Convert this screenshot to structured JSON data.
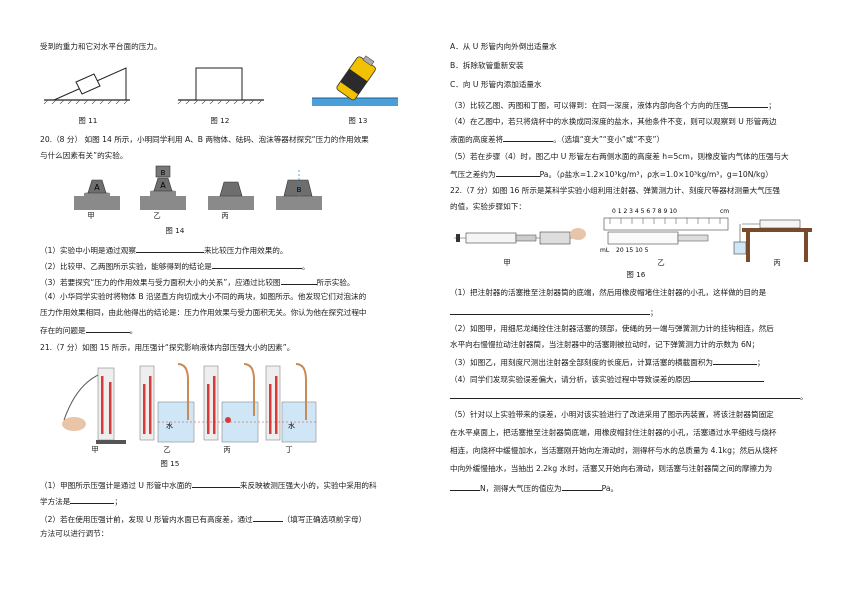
{
  "left": {
    "intro_line": "受到的重力和它对水平台面的压力。",
    "fig11": "图 11",
    "fig12": "图 12",
    "fig13": "图 13",
    "q20_l1": "20.（8 分） 如图 14 所示，小明同学利用 A、B 两物体、砝码、泡沫等器材探究“压力的作用效果",
    "q20_l2": "与什么因素有关”的实验。",
    "block_a": "A",
    "block_b": "B",
    "lab_jia": "甲",
    "lab_yi": "乙",
    "lab_bing": "丙",
    "lab_ding": "丁",
    "fig14": "图 14",
    "q20_1": "（1）实验中小明是通过观察",
    "q20_1b": "来比较压力作用效果的。",
    "q20_2": "（2）比较甲、乙两图所示实验，能够得到的结论是",
    "q20_2b": "。",
    "q20_3": "（3）若要探究“压力的作用效果与受力面积大小的关系”，应通过比较图",
    "q20_3b": "所示实验。",
    "q20_4a": "（4）小华同学实验时将物体 B 沿竖直方向切成大小不同的两块，如图所示。他发现它们对泡沫的",
    "q20_4b": "压力作用效果相同，由此他得出的结论是：压力作用效果与受力面积无关。你认为他在探究过程中",
    "q20_4c": "存在的问题是",
    "q20_4d": "。",
    "q21": "21.（7 分）如图 15 所示，用压强计“探究影响液体内部压强大小的因素”。",
    "water": "水",
    "fig15": "图 15",
    "q21_1a": "（1）甲图所示压强计是通过 U 形管中水面的",
    "q21_1b": "来反映被测压强大小的，实验中采用的科",
    "q21_1c": "学方法是",
    "q21_1d": "；",
    "q21_2a": "（2）若在使用压强计前，发现 U 形管内水面已有高度差，通过",
    "q21_2b": "（填写正确选项前字母）",
    "q21_2c": "方法可以进行调节："
  },
  "right": {
    "optA": "A．从 U 形管内向外倒出适量水",
    "optB": "B．拆除软管重新安装",
    "optC": "C．向 U 形管内添加适量水",
    "q21_3a": "（3）比较乙图、丙图和丁图，可以得到：在同一深度，液体内部向各个方向的压强",
    "q21_3b": "；",
    "q21_4a": "（4）在乙图中，若只将烧杯中的水换成同深度的盐水，其他条件不变，则可以观察到 U 形管两边",
    "q21_4b": "液面的高度差将",
    "q21_4c": "。（选填“变大”“变小”或“不变”）",
    "q21_5a": "（5）若在步骤（4）时，图乙中 U 形管左右两侧水面的高度差 h=5cm，则橡皮管内气体的压强与大",
    "q21_5b": "气压之差约为",
    "q21_5c": "Pa。（ρ盐水=1.2×10³kg/m³，ρ水=1.0×10³kg/m³，g=10N/kg）",
    "q22a": "22.（7 分）如图 16 所示是某科学实验小组利用注射器、弹簧测力计、刻度尺等器材测量大气压强",
    "q22b": "的值，实验步骤如下：",
    "ruler_nums": "0 1 2 3 4 5 6 7 8 9 10",
    "ruler_unit": "cm",
    "syringe_nums": "20 15 10 5",
    "syringe_unit": "mL",
    "lab_jia": "甲",
    "lab_yi": "乙",
    "lab_bing": "丙",
    "fig16": "图 16",
    "q22_1a": "（1）把注射器的活塞推至注射器筒的底端，然后用橡皮帽堵住注射器的小孔，这样做的目的是",
    "q22_1b": "；",
    "q22_2a": "（2）如图甲，用细尼龙绳拴住注射器活塞的颈部，使绳的另一端与弹簧测力计的挂钩相连，然后",
    "q22_2b": "水平向右慢慢拉动注射器筒，当注射器中的活塞刚被拉动时，记下弹簧测力计的示数为 6N；",
    "q22_3a": "（3）如图乙，用刻度尺测出注射器全部刻度的长度后，计算活塞的横截面积为",
    "q22_3b": "；",
    "q22_4a": "（4）同学们发现实验误差偏大，请分析，该实验过程中导致误差的原因",
    "q22_4b": "。",
    "q22_5a": "（5）针对以上实验带来的误差，小明对该实验进行了改进采用了图示丙装置，将该注射器筒固定",
    "q22_5b": "在水平桌面上，把活塞推至注射器筒底端，用橡皮帽封住注射器的小孔，活塞通过水平细线与烧杯",
    "q22_5c": "相连，向烧杯中缓慢加水，当活塞刚开始向左滑动时，测得杯与水的总质量为 4.1kg；然后从烧杯",
    "q22_5d": "中向外缓慢抽水，当抽出 2.2kg 水时，活塞又开始向右滑动，则活塞与注射器筒之间的摩擦力为",
    "q22_5e": "N，测得大气压的值应为",
    "q22_5f": "Pa。"
  }
}
